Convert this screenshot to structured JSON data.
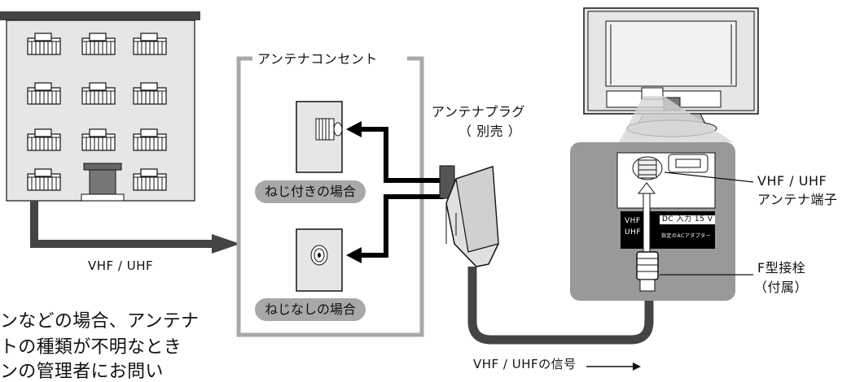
{
  "labels": {
    "outlet_title": "アンテナコンセント",
    "screw_type": "ねじ付きの場合",
    "no_screw_type": "ねじなしの場合",
    "antenna_plug_line1": "アンテナプラグ",
    "antenna_plug_line2": "（ 別売 ）",
    "building_signal": "VHF / UHF",
    "cable_signal": "VHF / UHFの信号",
    "terminal_line1": "VHF / UHF",
    "terminal_line2": "アンテナ端子",
    "connector_line1": "F型接栓",
    "connector_line2": "（付属）",
    "tv_panel_vhf": "VHF",
    "tv_panel_uhf": "UHF",
    "tv_panel_dc": "DC 入力 15 V",
    "tv_panel_adapter": "指定のACアダプター",
    "note_line1": "ンなどの場合、アンテナ",
    "note_line2": "トの種類が不明なとき",
    "note_line3": "ンの管理者にお問い"
  },
  "colors": {
    "wall": "#e6e6e6",
    "panel_gray": "#999999",
    "cable": "#444444",
    "arrow": "#000000"
  },
  "icons": {
    "building": "apartment-building-icon",
    "tv": "television-rear-icon",
    "plug": "antenna-plug-icon",
    "outlet_screw": "screw-outlet-icon",
    "outlet_plain": "plain-outlet-icon"
  }
}
